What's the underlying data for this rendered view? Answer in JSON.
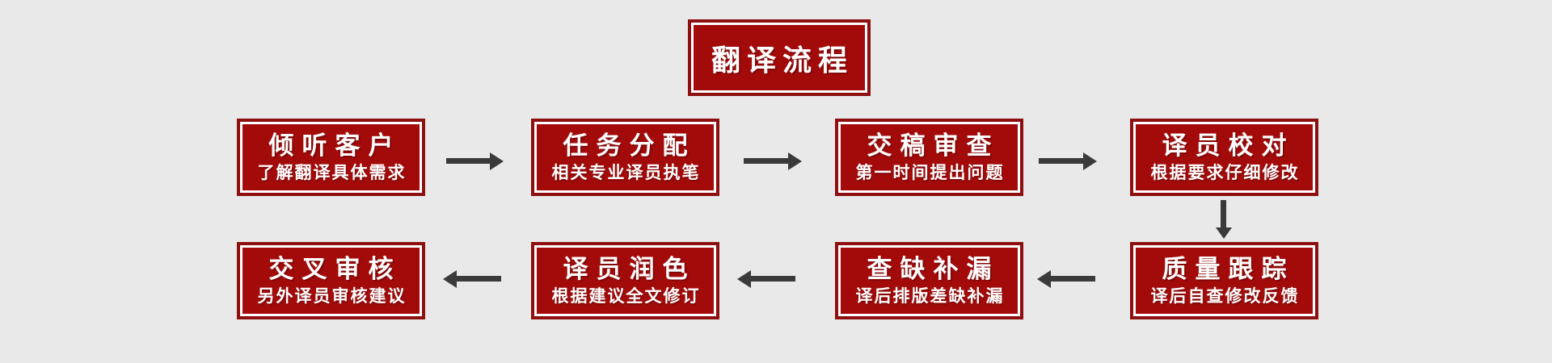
{
  "colors": {
    "page_bg": "#e9e9e9",
    "box_fill": "#a30b0b",
    "box_border": "#8e0f0f",
    "box_inner_line": "#ffffff",
    "box_text": "#ffffff",
    "arrow": "#3a3a3a"
  },
  "title": {
    "label": "翻译流程"
  },
  "steps": [
    {
      "order": 1,
      "title": "倾听客户",
      "subtitle": "了解翻译具体需求"
    },
    {
      "order": 2,
      "title": "任务分配",
      "subtitle": "相关专业译员执笔"
    },
    {
      "order": 3,
      "title": "交稿审查",
      "subtitle": "第一时间提出问题"
    },
    {
      "order": 4,
      "title": "译员校对",
      "subtitle": "根据要求仔细修改"
    },
    {
      "order": 5,
      "title": "质量跟踪",
      "subtitle": "译后自查修改反馈"
    },
    {
      "order": 6,
      "title": "查缺补漏",
      "subtitle": "译后排版差缺补漏"
    },
    {
      "order": 7,
      "title": "译员润色",
      "subtitle": "根据建议全文修订"
    },
    {
      "order": 8,
      "title": "交叉审核",
      "subtitle": "另外译员审核建议"
    }
  ],
  "flow": {
    "sequence": [
      "倾听客户",
      "任务分配",
      "交稿审查",
      "译员校对",
      "质量跟踪",
      "查缺补漏",
      "译员润色",
      "交叉审核"
    ],
    "row1_direction": "left-to-right",
    "row2_direction": "right-to-left",
    "row1_to_row2_connector": "down-arrow after 译员校对 into 质量跟踪"
  }
}
